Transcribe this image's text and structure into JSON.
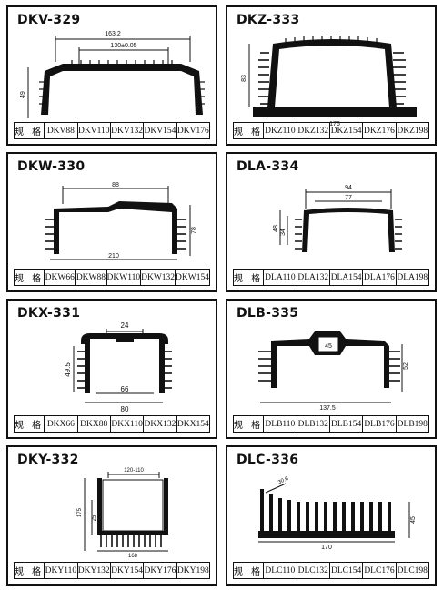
{
  "spec_label": "规 格",
  "panels": [
    {
      "id": "dkv-329",
      "title": "DKV-329",
      "sizes": [
        "DKV88",
        "DKV110",
        "DKV132",
        "DKV154",
        "DKV176"
      ],
      "dims": {
        "overall": "163.2",
        "inner": "130±0.05",
        "height": "49"
      }
    },
    {
      "id": "dkz-333",
      "title": "DKZ-333",
      "sizes": [
        "DKZ110",
        "DKZ132",
        "DKZ154",
        "DKZ176",
        "DKZ198"
      ],
      "dims": {
        "height": "83",
        "width": "176"
      }
    },
    {
      "id": "dkw-330",
      "title": "DKW-330",
      "sizes": [
        "DKW66",
        "DKW88",
        "DKW110",
        "DKW132",
        "DKW154"
      ],
      "dims": {
        "top": "88",
        "height": "78",
        "width": "210"
      }
    },
    {
      "id": "dla-334",
      "title": "DLA-334",
      "sizes": [
        "DLA110",
        "DLA132",
        "DLA154",
        "DLA176",
        "DLA198"
      ],
      "dims": {
        "outer": "94",
        "inner": "77",
        "h1": "48",
        "h2": "34"
      }
    },
    {
      "id": "dkx-331",
      "title": "DKX-331",
      "sizes": [
        "DKX66",
        "DKX88",
        "DKX110",
        "DKX132",
        "DKX154"
      ],
      "dims": {
        "top": "24",
        "height": "49.5",
        "inner": "66",
        "width": "80"
      }
    },
    {
      "id": "dlb-335",
      "title": "DLB-335",
      "sizes": [
        "DLB110",
        "DLB132",
        "DLB154",
        "DLB176",
        "DLB198"
      ],
      "dims": {
        "center": "45",
        "height": "52",
        "width": "137.5"
      }
    },
    {
      "id": "dky-332",
      "title": "DKY-332",
      "sizes": [
        "DKY110",
        "DKY132",
        "DKY154",
        "DKY176",
        "DKY198"
      ],
      "dims": {
        "top": "120-110",
        "h1": "175",
        "h2": "25",
        "width": "168"
      }
    },
    {
      "id": "dlc-336",
      "title": "DLC-336",
      "sizes": [
        "DLC110",
        "DLC132",
        "DLC154",
        "DLC176",
        "DLC198"
      ],
      "dims": {
        "angle": "30.6",
        "height": "45",
        "width": "170"
      }
    }
  ]
}
